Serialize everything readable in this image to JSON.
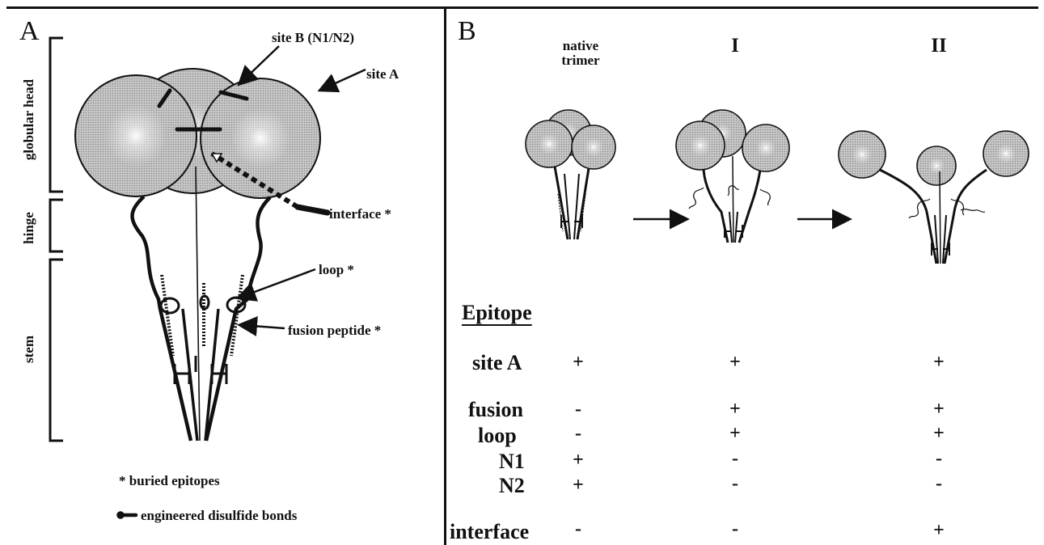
{
  "panelA": {
    "letter": "A",
    "regions": {
      "globular_head": "globular head",
      "hinge": "hinge",
      "stem": "stem"
    },
    "labels": {
      "site_b": "site B (N1/N2)",
      "site_a": "site A",
      "interface": "interface *",
      "loop": "loop *",
      "fusion_peptide": "fusion peptide *"
    },
    "legend": {
      "buried": "* buried epitopes",
      "disulfide": "engineered disulfide bonds"
    }
  },
  "panelB": {
    "letter": "B",
    "states": [
      "native\ntrimer",
      "I",
      "II"
    ],
    "epitope_header": "Epitope",
    "rows": [
      {
        "name": "site A",
        "values": [
          "+",
          "+",
          "+"
        ]
      },
      {
        "name": "fusion",
        "values": [
          "-",
          "+",
          "+"
        ]
      },
      {
        "name": "loop",
        "values": [
          "-",
          "+",
          "+"
        ]
      },
      {
        "name": "N1",
        "values": [
          "+",
          "-",
          "-"
        ]
      },
      {
        "name": "N2",
        "values": [
          "+",
          "-",
          "-"
        ]
      },
      {
        "name": "interface",
        "values": [
          "-",
          "-",
          "+"
        ]
      }
    ]
  },
  "colors": {
    "ink": "#111111",
    "sphere_fill": "#cfcfcf",
    "sphere_highlight": "#ffffff"
  }
}
